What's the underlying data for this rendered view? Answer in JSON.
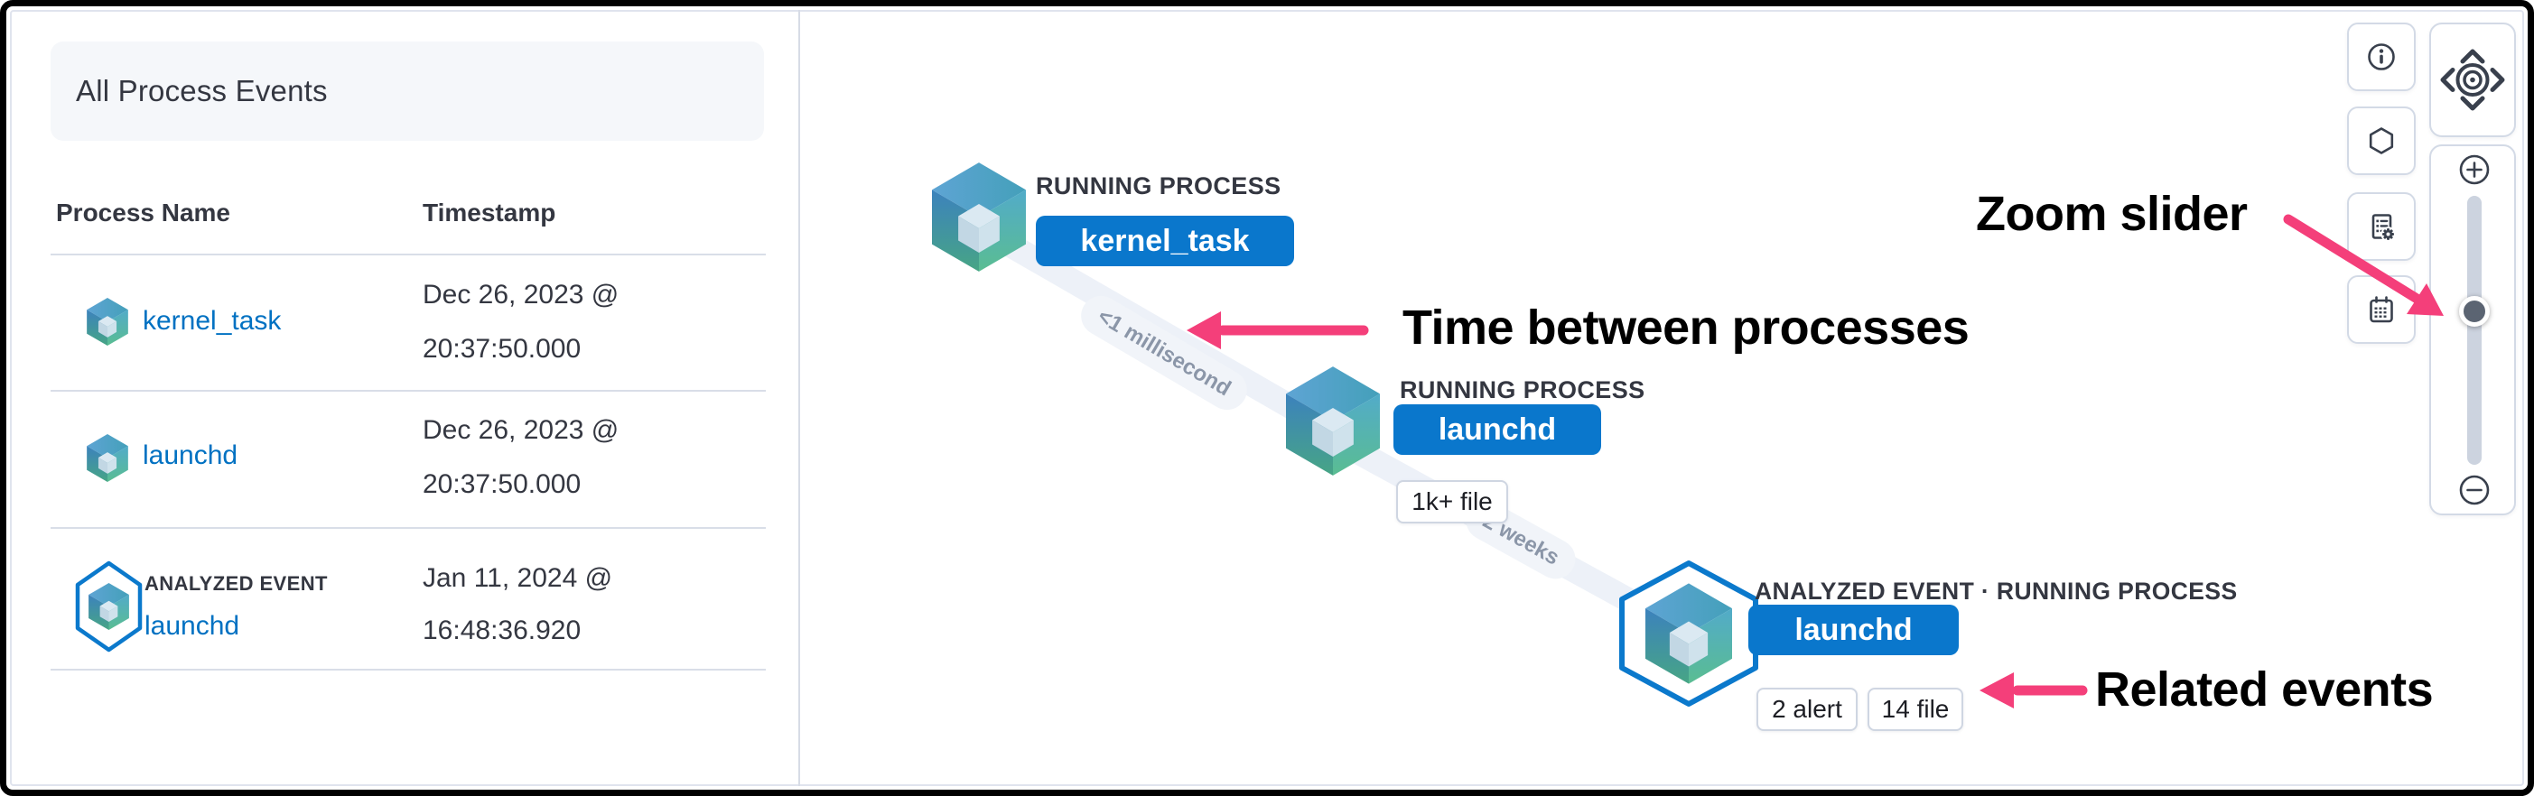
{
  "left_panel": {
    "title": "All Process Events",
    "columns": {
      "name": "Process Name",
      "timestamp": "Timestamp"
    },
    "rows": [
      {
        "badge": "",
        "name": "kernel_task",
        "ts_line1": "Dec 26, 2023 @",
        "ts_line2": "20:37:50.000"
      },
      {
        "badge": "",
        "name": "launchd",
        "ts_line1": "Dec 26, 2023 @",
        "ts_line2": "20:37:50.000"
      },
      {
        "badge": "ANALYZED EVENT",
        "name": "launchd",
        "ts_line1": "Jan 11, 2024 @",
        "ts_line2": "16:48:36.920"
      }
    ]
  },
  "graph": {
    "nodes": [
      {
        "type_label": "RUNNING PROCESS",
        "name": "kernel_task",
        "badges": []
      },
      {
        "type_label": "RUNNING PROCESS",
        "name": "launchd",
        "badges": [
          "1k+ file"
        ]
      },
      {
        "type_label": "ANALYZED EVENT · RUNNING PROCESS",
        "name": "launchd",
        "badges": [
          "2 alert",
          "14 file"
        ]
      }
    ],
    "edges": [
      {
        "label": "<1 millisecond"
      },
      {
        "label": "2 weeks"
      }
    ]
  },
  "annotations": {
    "zoom_slider": "Zoom slider",
    "time_between": "Time between processes",
    "related_events": "Related events"
  },
  "controls": {
    "icons": [
      "info-icon",
      "hexagon-icon",
      "schema-settings-icon",
      "calendar-icon",
      "pan-pad",
      "zoom-in-icon",
      "zoom-out-icon"
    ]
  },
  "colors": {
    "primary_blue": "#0a77cc",
    "link_blue": "#0071c2",
    "accent_pink": "#f43f7a",
    "text_dark": "#343741",
    "border_gray": "#d3dae6",
    "edge_band": "#edf1f8"
  }
}
